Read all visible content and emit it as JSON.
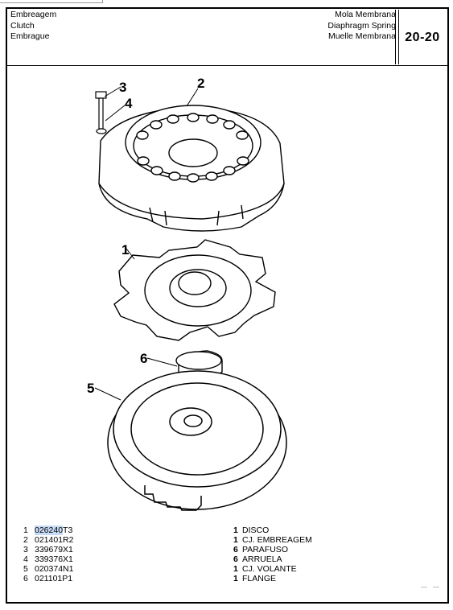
{
  "header": {
    "left_lines": [
      "Embreagem",
      "Clutch",
      "Embrague"
    ],
    "right_lines": [
      "Mola Membrana",
      "Diaphragm Spring",
      "Muelle Membrana"
    ],
    "page_number": "20-20"
  },
  "callouts": [
    "1",
    "2",
    "3",
    "4",
    "5",
    "6"
  ],
  "parts": [
    {
      "index": "1",
      "part_prefix": "026240",
      "part_suffix": "T3",
      "qty": "1",
      "description": "DISCO"
    },
    {
      "index": "2",
      "part_prefix": "021401R2",
      "part_suffix": "",
      "qty": "1",
      "description": "CJ. EMBREAGEM"
    },
    {
      "index": "3",
      "part_prefix": "339679X1",
      "part_suffix": "",
      "qty": "6",
      "description": "PARAFUSO"
    },
    {
      "index": "4",
      "part_prefix": "339376X1",
      "part_suffix": "",
      "qty": "6",
      "description": "ARRUELA"
    },
    {
      "index": "5",
      "part_prefix": "020374N1",
      "part_suffix": "",
      "qty": "1",
      "description": "CJ. VOLANTE"
    },
    {
      "index": "6",
      "part_prefix": "021101P1",
      "part_suffix": "",
      "qty": "1",
      "description": "FLANGE"
    }
  ]
}
